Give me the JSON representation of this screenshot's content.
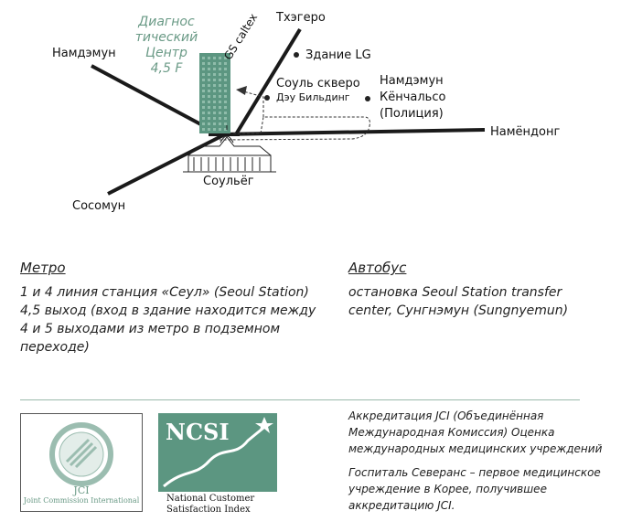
{
  "map": {
    "clinic_lines": [
      "Диагнос",
      "тический",
      "Центр",
      "4,5 F"
    ],
    "labels": {
      "namdaemun": "Намдэмун",
      "toegye": "Тхэгеро",
      "lg_building": "Здание LG",
      "gs_caltex": "GS caltex",
      "seoul_square": "Соуль скверо",
      "daewoo": "Дэу Бильдинг",
      "police_line1": "Намдэмун",
      "police_line2": "Кёнчальсо",
      "police_line3": "(Полиция)",
      "namyeongdong": "Намёндонг",
      "seoul_station": "Соульёг",
      "sosomun": "Сосомун"
    },
    "colors": {
      "road": "#1a1a1a",
      "clinic": "#5c9681",
      "route": "#333333"
    }
  },
  "metro": {
    "heading": "Метро",
    "lines": [
      "1 и 4 линия станция «Сеул» (Seoul Station)",
      "4,5 выход (вход в здание находится между",
      "4 и 5 выходами из метро в подземном",
      "переходе)"
    ]
  },
  "bus": {
    "heading": "Автобус",
    "lines": [
      "остановка Seoul Station transfer",
      "center, Сунгнэмун (Sungnyemun)"
    ]
  },
  "logos": {
    "jci_letters": "JCI",
    "jci_full": "Joint Commission International",
    "ncsi_letters": "NCSI",
    "ncsi_caption_line1": "National Customer",
    "ncsi_caption_line2": "Satisfaction Index"
  },
  "accreditation": {
    "para1": [
      "Аккредитация JCI (Объединённая",
      "Международная Комиссия) Оценка",
      "международных медицинских учреждений"
    ],
    "para2": [
      "Госпиталь Северанс – первое медицинское",
      "учреждение в Корее, получившее",
      "аккредитацию JCI."
    ]
  }
}
